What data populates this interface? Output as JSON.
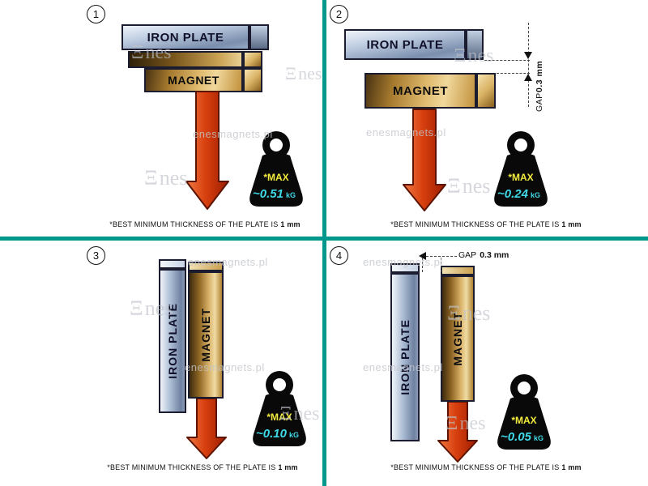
{
  "labels": {
    "iron_plate": "IRON PLATE",
    "magnet": "MAGNET",
    "max": "*MAX",
    "unit": "kG",
    "gap_word": "GAP",
    "gap_value": "0.3 mm"
  },
  "footnote": {
    "text": "*BEST MINIMUM THICKNESS OF THE PLATE IS",
    "bold": "1 mm"
  },
  "watermark": {
    "site": "enesmagnets.pl",
    "logo_glyph": "Ξ",
    "logo_rest": "nes"
  },
  "panels": [
    {
      "number": "1",
      "max_value": "~0.51"
    },
    {
      "number": "2",
      "max_value": "~0.24"
    },
    {
      "number": "3",
      "max_value": "~0.10"
    },
    {
      "number": "4",
      "max_value": "~0.05"
    }
  ],
  "colors": {
    "divider": "#00988c",
    "arrow_red": "#c8330a",
    "max_yellow": "#f2ea3d",
    "value_cyan": "#3fd9e8",
    "plate_steel": "#8b9cb8",
    "magnet_gold": "#d9b269"
  }
}
